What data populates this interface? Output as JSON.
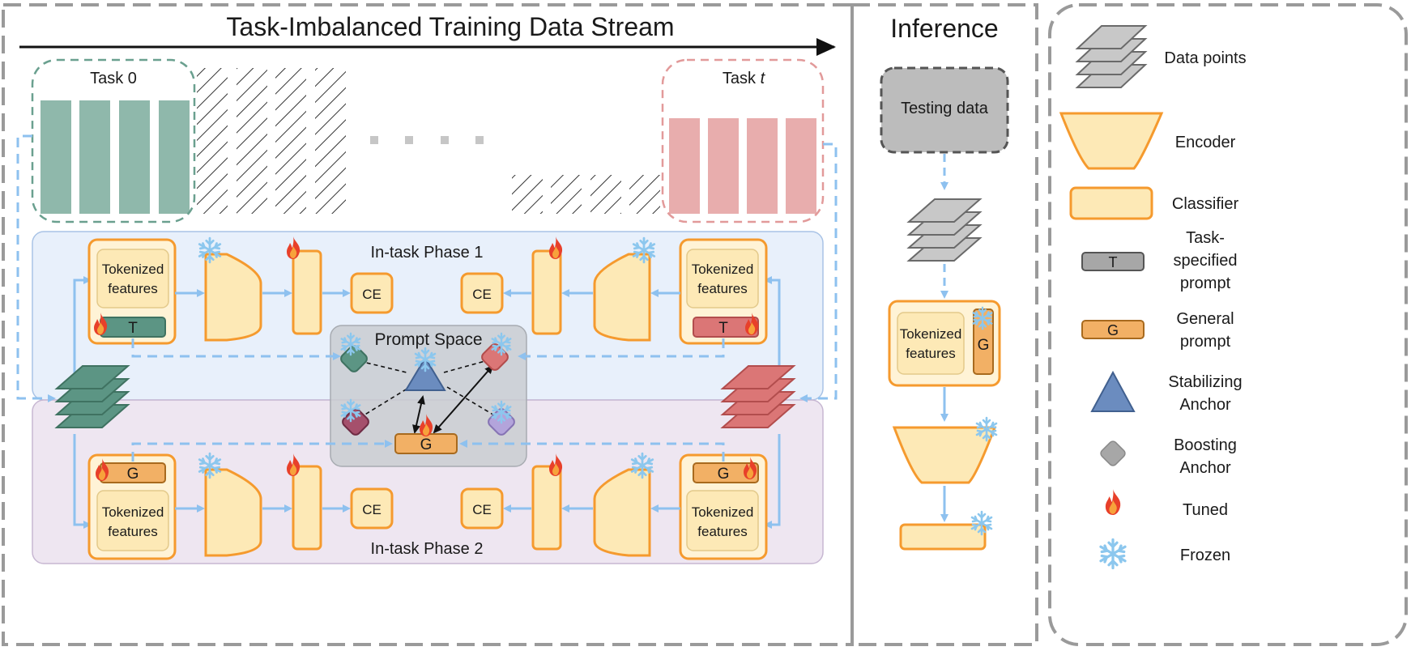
{
  "header": {
    "stream_title": "Task-Imbalanced Training Data Stream",
    "inference_title": "Inference"
  },
  "tasks": {
    "task0_label": "Task 0",
    "taskt_prefix": "Task ",
    "taskt_var": "t"
  },
  "phases": {
    "phase1": "In-task Phase 1",
    "phase2": "In-task Phase 2",
    "prompt_space": "Prompt Space"
  },
  "blocks": {
    "tokenized_line1": "Tokenized",
    "tokenized_line2": "features",
    "ce": "CE",
    "task_prompt": "T",
    "general_prompt": "G",
    "testing_data": "Testing data"
  },
  "legend": [
    {
      "id": "data-points",
      "lines": [
        "Data points"
      ]
    },
    {
      "id": "encoder",
      "lines": [
        "Encoder"
      ]
    },
    {
      "id": "classifier",
      "lines": [
        "Classifier"
      ]
    },
    {
      "id": "task-prompt",
      "lines": [
        "Task-",
        "specified",
        "prompt"
      ],
      "glyph": "T"
    },
    {
      "id": "general-prompt",
      "lines": [
        "General",
        "prompt"
      ],
      "glyph": "G"
    },
    {
      "id": "stabilizing-anchor",
      "lines": [
        "Stabilizing",
        "Anchor"
      ]
    },
    {
      "id": "boosting-anchor",
      "lines": [
        "Boosting",
        "Anchor"
      ]
    },
    {
      "id": "tuned",
      "lines": [
        "Tuned"
      ]
    },
    {
      "id": "frozen",
      "lines": [
        "Frozen"
      ]
    }
  ],
  "colors": {
    "orange": "#f59a2e",
    "cream": "#fde9b6",
    "teal": "#8fb8ab",
    "teal_dark": "#4f8a78",
    "pink": "#e8adad",
    "pink_dark": "#c85a5a",
    "arrow_blue": "#8ec1ef",
    "phase1_bg": "#e8f0fb",
    "phase2_bg": "#eee6f1",
    "prompt_space_bg": "#c9ccd1",
    "anchor_blue": "#6b8cbf",
    "gray_stack": "#bdbdbd",
    "fire_red": "#e8402a",
    "snow_blue": "#8cc7ee"
  }
}
